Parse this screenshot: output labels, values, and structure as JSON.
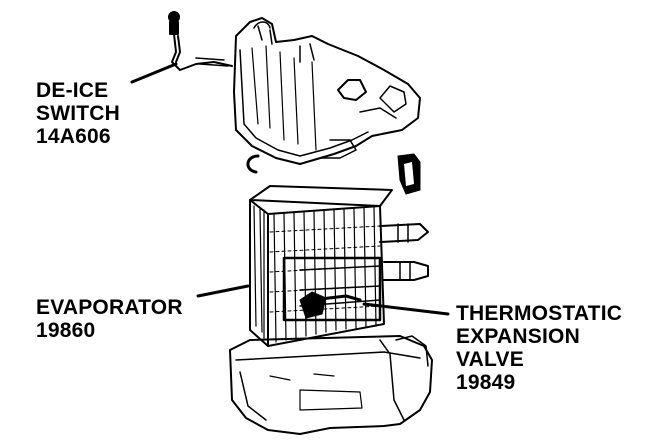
{
  "labels": {
    "deice": {
      "line1": "DE-ICE",
      "line2": "SWITCH",
      "part_number": "14A606"
    },
    "evaporator": {
      "line1": "EVAPORATOR",
      "part_number": "19860"
    },
    "valve": {
      "line1": "THERMOSTATIC",
      "line2": "EXPANSION",
      "line3": "VALVE",
      "part_number": "19849"
    }
  },
  "colors": {
    "ink": "#000000",
    "paper": "#ffffff"
  }
}
